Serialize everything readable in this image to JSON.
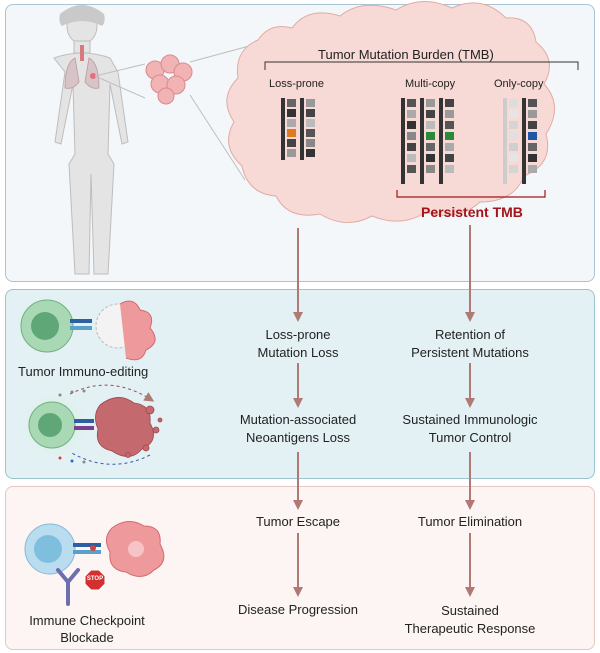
{
  "tmb": {
    "title": "Tumor Mutation Burden (TMB)",
    "loss_prone": "Loss-prone",
    "multi_copy": "Multi-copy",
    "only_copy": "Only-copy",
    "persistent": "Persistent TMB"
  },
  "immuno": {
    "label": "Tumor Immuno-editing",
    "left_1": "Loss-prone",
    "left_2": "Mutation Loss",
    "right_1": "Retention of",
    "right_2": "Persistent Mutations",
    "left_3": "Mutation-associated",
    "left_4": "Neoantigens Loss",
    "right_3": "Sustained Immunologic",
    "right_4": "Tumor Control"
  },
  "checkpoint": {
    "label_1": "Immune Checkpoint",
    "label_2": "Blockade",
    "stop": "STOP",
    "left_1": "Tumor Escape",
    "left_2": "Disease Progression",
    "right_1": "Tumor Elimination",
    "right_2": "Sustained",
    "right_3": "Therapeutic Response"
  },
  "colors": {
    "persistent_text": "#a3141b",
    "arrow": "#b07a74",
    "cloud": "#f7dad6",
    "panel_top": "#f3f7fa",
    "panel_mid": "#e3f1f4",
    "panel_bot": "#fcf5f3",
    "mut_orange": "#e07a1f",
    "mut_green": "#2a8a3a",
    "mut_blue": "#1f57a8"
  }
}
